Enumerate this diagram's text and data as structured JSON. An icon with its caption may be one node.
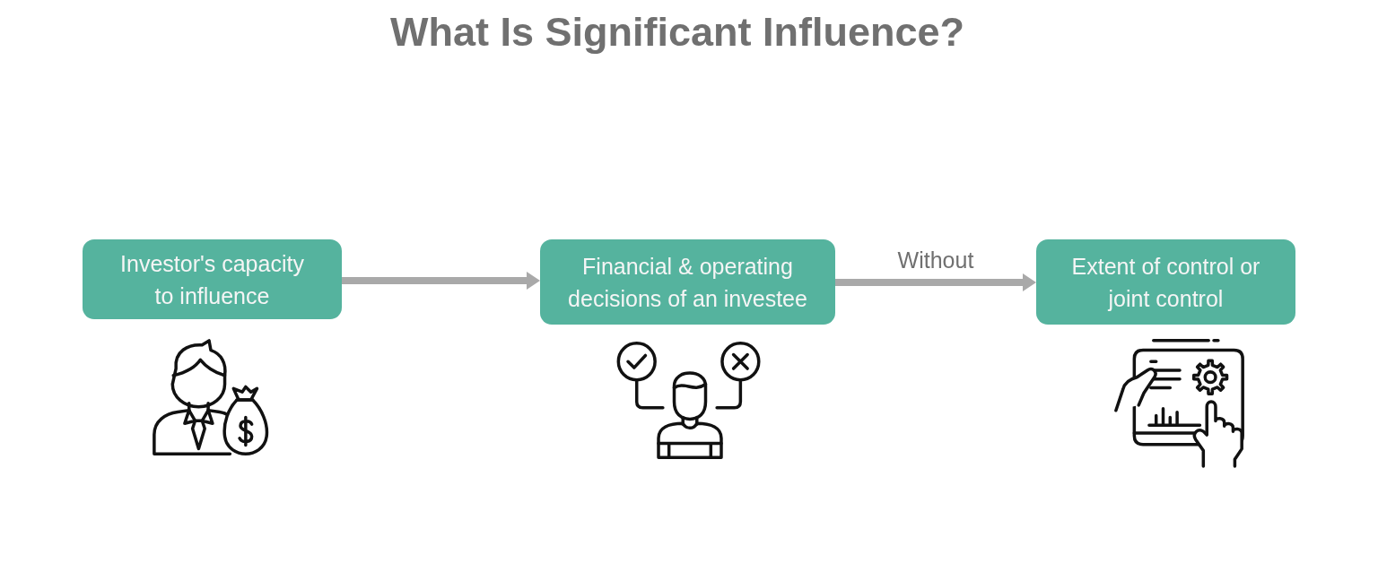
{
  "diagram": {
    "title": "What Is Significant Influence?",
    "nodes": [
      {
        "text": [
          "Investor's capacity to influence"
        ]
      },
      {
        "text": [
          "Financial & operating decisions of an investee"
        ]
      },
      {
        "text": [
          "Extent of control or joint control"
        ]
      }
    ],
    "edges": [
      {
        "from": 0,
        "to": 1,
        "arrow": "to"
      },
      {
        "from": 1,
        "to": 2,
        "label": "Without",
        "arrow": "to"
      }
    ]
  }
}
